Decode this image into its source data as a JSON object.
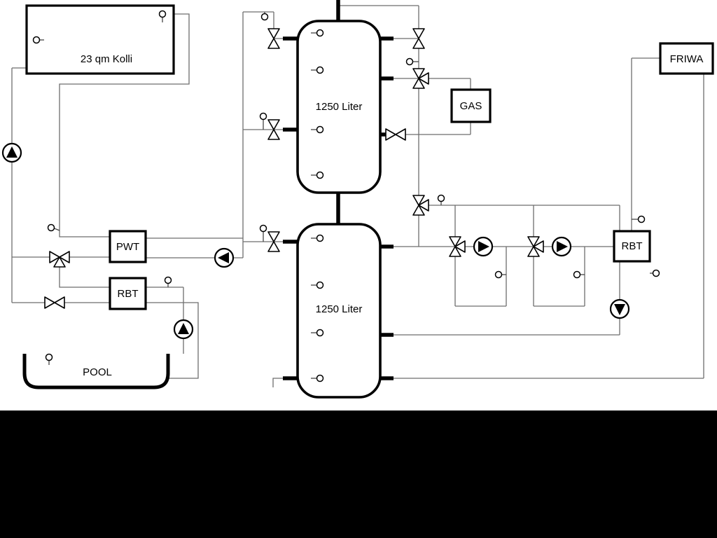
{
  "labels": {
    "collector": "23 qm Kolli",
    "tank_top": "1250 Liter",
    "tank_bottom": "1250 Liter",
    "gas": "GAS",
    "friwa": "FRIWA",
    "pwt": "PWT",
    "rbt_left": "RBT",
    "rbt_right": "RBT",
    "pool": "POOL"
  },
  "colors": {
    "pipe": "#6e6e6e",
    "component_stroke": "#000000",
    "background": "#ffffff",
    "letterbox": "#000000"
  }
}
